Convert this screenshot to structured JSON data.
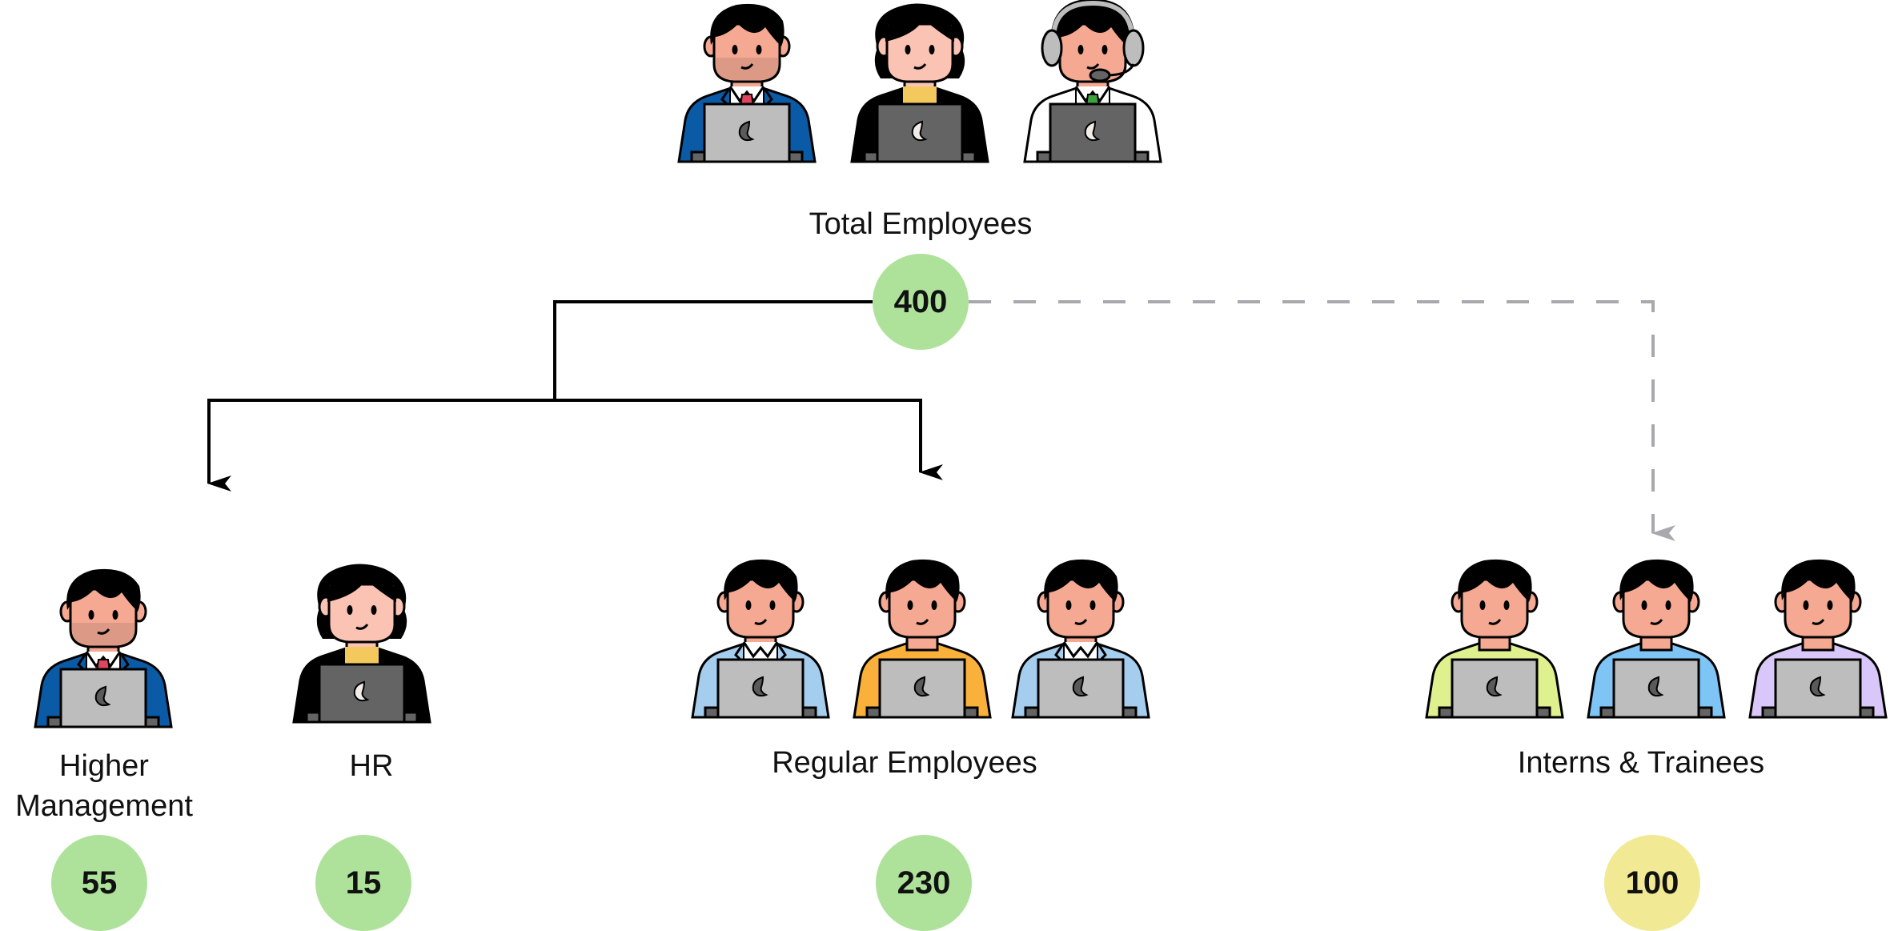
{
  "colors": {
    "badge_green": "#aee29a",
    "badge_yellow": "#f1e994",
    "solid_line": "#000000",
    "dashed_line": "#a9a9ad",
    "skin": "#f5a992",
    "skin_female": "#fbc3b4",
    "hair": "#000000",
    "laptop_light": "#bdbdbd",
    "laptop_dark": "#646464"
  },
  "root": {
    "label": "Total Employees",
    "count": "400",
    "figures": [
      {
        "role": "manager",
        "shirt": "#0a5aa5",
        "tie": "#e0455f",
        "laptop": "#bdbdbd",
        "gender": "male",
        "accessory": "none"
      },
      {
        "role": "hr",
        "shirt": "#000000",
        "collar": "#f3c95e",
        "laptop": "#646464",
        "gender": "female",
        "accessory": "none"
      },
      {
        "role": "support",
        "shirt": "#ffffff",
        "tie": "#3fa23f",
        "laptop": "#646464",
        "gender": "male",
        "accessory": "headset"
      }
    ]
  },
  "groups": [
    {
      "id": "higher-management",
      "label_lines": [
        "Higher",
        "Management"
      ],
      "count": "55",
      "badge_color": "#aee29a",
      "figures": [
        {
          "shirt": "#0a5aa5",
          "tie": "#e0455f",
          "laptop": "#bdbdbd",
          "gender": "male",
          "style": "suit"
        }
      ]
    },
    {
      "id": "hr",
      "label_lines": [
        "HR"
      ],
      "count": "15",
      "badge_color": "#aee29a",
      "figures": [
        {
          "shirt": "#000000",
          "collar": "#f3c95e",
          "laptop": "#646464",
          "gender": "female",
          "style": "blouse"
        }
      ]
    },
    {
      "id": "regular-employees",
      "label_lines": [
        "Regular Employees"
      ],
      "count": "230",
      "badge_color": "#aee29a",
      "figures": [
        {
          "shirt": "#a5cdee",
          "laptop": "#bdbdbd",
          "gender": "male",
          "style": "blazer"
        },
        {
          "shirt": "#f9b13c",
          "laptop": "#bdbdbd",
          "gender": "male",
          "style": "tshirt"
        },
        {
          "shirt": "#a5cdee",
          "laptop": "#bdbdbd",
          "gender": "male",
          "style": "blazer"
        }
      ]
    },
    {
      "id": "interns-trainees",
      "label_lines": [
        "Interns & Trainees"
      ],
      "count": "100",
      "badge_color": "#f1e994",
      "figures": [
        {
          "shirt": "#dff18f",
          "laptop": "#bdbdbd",
          "gender": "male",
          "style": "tshirt"
        },
        {
          "shirt": "#7ec4f5",
          "laptop": "#bdbdbd",
          "gender": "male",
          "style": "tshirt"
        },
        {
          "shirt": "#d8c7f8",
          "laptop": "#bdbdbd",
          "gender": "male",
          "style": "tshirt"
        }
      ]
    }
  ],
  "connectors": [
    {
      "from": "root",
      "to": "higher-management",
      "style": "solid"
    },
    {
      "from": "root",
      "to": "regular-employees",
      "style": "solid"
    },
    {
      "from": "root",
      "to": "interns-trainees",
      "style": "dashed"
    }
  ]
}
